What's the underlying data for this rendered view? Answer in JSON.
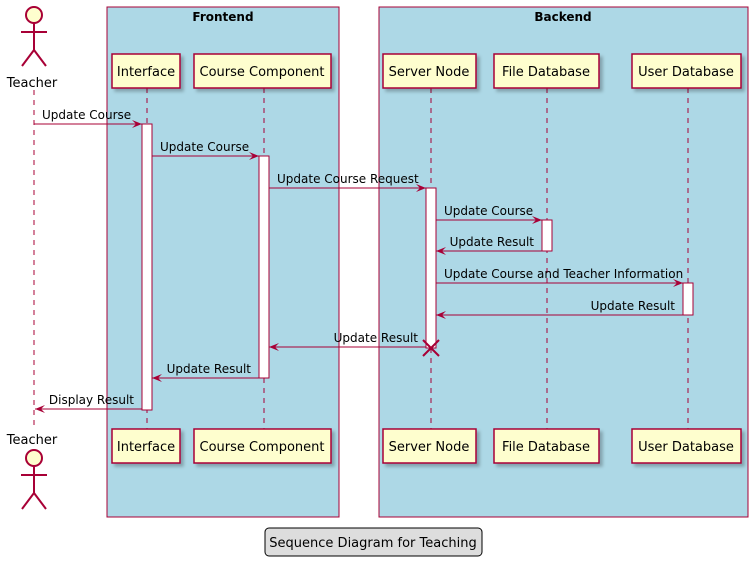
{
  "actor": {
    "name": "Teacher"
  },
  "boxes": {
    "frontend": "Frontend",
    "backend": "Backend"
  },
  "participants": {
    "interface": "Interface",
    "course_component": "Course Component",
    "server_node": "Server Node",
    "file_database": "File Database",
    "user_database": "User Database"
  },
  "messages": [
    {
      "from": "teacher",
      "to": "interface",
      "label": "Update Course",
      "kind": "request"
    },
    {
      "from": "interface",
      "to": "course_component",
      "label": "Update Course",
      "kind": "request"
    },
    {
      "from": "course_component",
      "to": "server_node",
      "label": "Update Course Request",
      "kind": "request"
    },
    {
      "from": "server_node",
      "to": "file_database",
      "label": "Update Course",
      "kind": "request"
    },
    {
      "from": "file_database",
      "to": "server_node",
      "label": "Update Result",
      "kind": "return"
    },
    {
      "from": "server_node",
      "to": "user_database",
      "label": "Update Course and Teacher Information",
      "kind": "request"
    },
    {
      "from": "user_database",
      "to": "server_node",
      "label": "Update Result",
      "kind": "return"
    },
    {
      "from": "server_node",
      "to": "course_component",
      "label": "Update Result",
      "kind": "return"
    },
    {
      "from": "course_component",
      "to": "interface",
      "label": "Update Result",
      "kind": "return"
    },
    {
      "from": "interface",
      "to": "teacher",
      "label": "Display Result",
      "kind": "return"
    }
  ],
  "caption": "Sequence Diagram for Teaching",
  "colors": {
    "box_fill": "#add8e6",
    "box_stroke": "#a80036",
    "participant_fill": "#fefece",
    "participant_stroke": "#a80036",
    "arrow": "#a80036",
    "lifeline": "#a80036",
    "caption_fill": "#dddddd"
  }
}
